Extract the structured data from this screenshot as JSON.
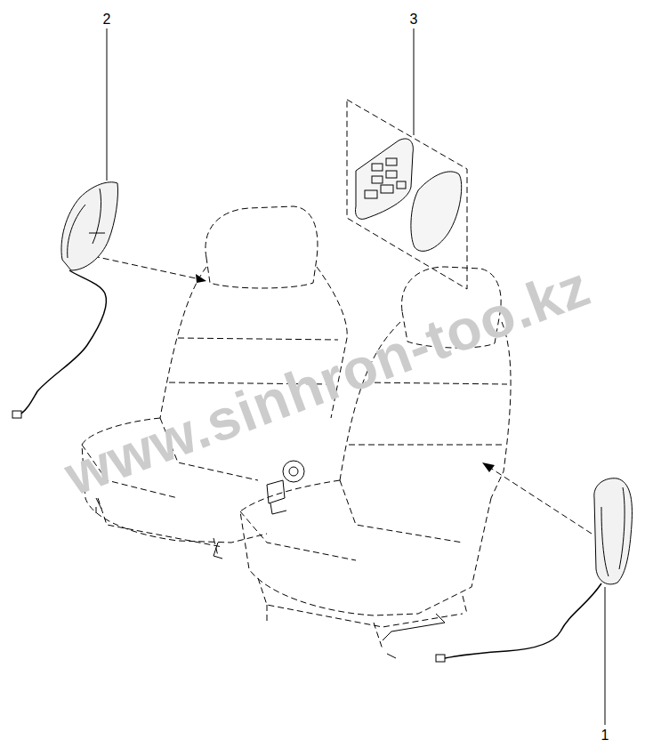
{
  "diagram": {
    "labels": [
      "2",
      "3",
      "www.sinhron-too.kz",
      "1"
    ]
  }
}
